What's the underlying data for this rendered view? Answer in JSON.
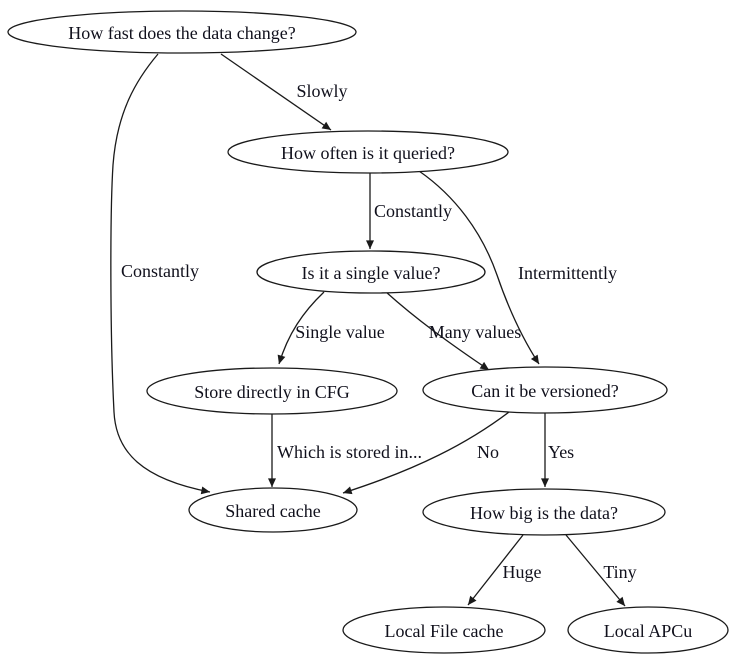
{
  "diagram": {
    "type": "decision-flowchart",
    "colors": {
      "background": "#ffffff",
      "node_fill": "#ffffff",
      "line": "#1a1a1a",
      "text": "#10101c"
    },
    "nodes": {
      "how_fast": {
        "label": "How fast does the data change?"
      },
      "how_often": {
        "label": "How often is it queried?"
      },
      "single_value": {
        "label": "Is it a single value?"
      },
      "store_cfg": {
        "label": "Store directly in CFG"
      },
      "versioned": {
        "label": "Can it be versioned?"
      },
      "shared_cache": {
        "label": "Shared cache"
      },
      "how_big": {
        "label": "How big is the data?"
      },
      "local_file_cache": {
        "label": "Local File cache"
      },
      "local_apcu": {
        "label": "Local APCu"
      }
    },
    "edges": {
      "slowly": {
        "label": "Slowly",
        "from": "how_fast",
        "to": "how_often"
      },
      "constantly_left": {
        "label": "Constantly",
        "from": "how_fast",
        "to": "shared_cache"
      },
      "constantly_mid": {
        "label": "Constantly",
        "from": "how_often",
        "to": "single_value"
      },
      "intermittently": {
        "label": "Intermittently",
        "from": "how_often",
        "to": "versioned"
      },
      "single_value_edge": {
        "label": "Single value",
        "from": "single_value",
        "to": "store_cfg"
      },
      "many_values": {
        "label": "Many values",
        "from": "single_value",
        "to": "versioned"
      },
      "which_stored": {
        "label": "Which is stored in...",
        "from": "store_cfg",
        "to": "shared_cache"
      },
      "no": {
        "label": "No",
        "from": "versioned",
        "to": "shared_cache"
      },
      "yes": {
        "label": "Yes",
        "from": "versioned",
        "to": "how_big"
      },
      "huge": {
        "label": "Huge",
        "from": "how_big",
        "to": "local_file_cache"
      },
      "tiny": {
        "label": "Tiny",
        "from": "how_big",
        "to": "local_apcu"
      }
    }
  }
}
